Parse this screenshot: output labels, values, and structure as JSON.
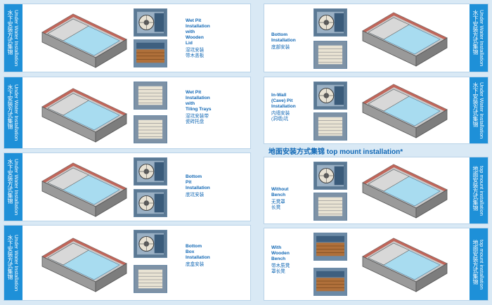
{
  "left_cards": [
    {
      "side_en": "Under Water Installation",
      "side_zh": "水下安装方式集锦",
      "label_en": "Wet Pit\nInstallation\nwith\nWooden\nLid",
      "label_zh": "湿坑安装\n带木盖板"
    },
    {
      "side_en": "Under Water Installation",
      "side_zh": "水下安装方式集锦",
      "label_en": "Wet Pit\nInstallation\nwith\nTiling Trays",
      "label_zh": "湿坑安装带\n瓷砖托盘"
    },
    {
      "side_en": "Under Water Installation",
      "side_zh": "水下安装方式集锦",
      "label_en": "Bottom\nPit\nInstallation",
      "label_zh": "底坑安装"
    },
    {
      "side_en": "Under Water Installation",
      "side_zh": "水下安装方式集锦",
      "label_en": "Bottom\nBox\nInstallation",
      "label_zh": "底盒安装"
    }
  ],
  "right_cards": [
    {
      "side_en": "Under Water Installation",
      "side_zh": "水下安装方式集锦",
      "label_en": "Bottom\nInstallation",
      "label_zh": "底部安装"
    },
    {
      "side_en": "Under Water Installation",
      "side_zh": "水下安装方式集锦",
      "label_en": "In-Wall\n(Cave) Pit\nInstallation",
      "label_zh": "内墙安装\n(洞墙)坑"
    },
    {
      "side_en": "top mount installation",
      "side_zh": "地面安装方式集锦",
      "label_en": "Without\nBench",
      "label_zh": "无凳罩\n长凳"
    },
    {
      "side_en": "top mount installation",
      "side_zh": "地面安装方式集锦",
      "label_en": "With\nWooden\nBench",
      "label_zh": "带木质凳\n罩长凳"
    }
  ],
  "section_heading": "地面安装方式集锦  top mount installation*",
  "colors": {
    "accent": "#1e90d8",
    "text": "#1268b5",
    "water": "#a8dcf0",
    "brick": "#c0665a"
  }
}
